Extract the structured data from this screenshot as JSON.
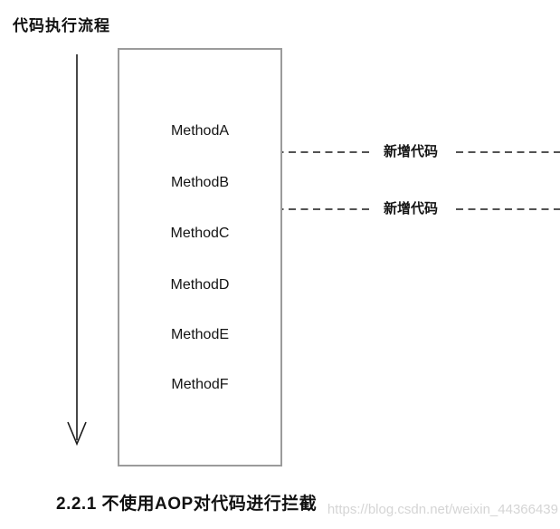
{
  "title": "代码执行流程",
  "flow_box": {
    "methods": [
      "MethodA",
      "MethodB",
      "MethodC",
      "MethodD",
      "MethodE",
      "MethodF"
    ]
  },
  "annotations": [
    {
      "label": "新增代码"
    },
    {
      "label": "新增代码"
    }
  ],
  "caption": "2.2.1 不使用AOP对代码进行拦截",
  "watermark": "https://blog.csdn.net/weixin_44366439",
  "colors": {
    "line": "#1a1a1a",
    "box_border": "#9b9b9b",
    "watermark_text": "#d5d5d5"
  }
}
